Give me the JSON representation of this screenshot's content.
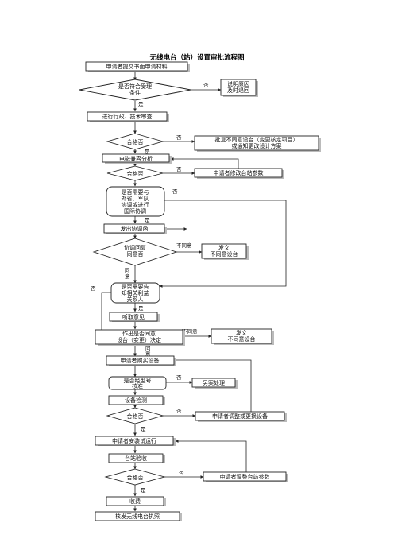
{
  "title": "无线电台（站）设置审批流程图",
  "nodes": {
    "n1": "申请者提交书面申请材料",
    "n2a": "是否符合受理",
    "n2b": "条件",
    "r1a": "说明原因",
    "r1b": "及时退回",
    "n3": "进行行政、技术审查",
    "n4": "合格否",
    "r2a": "批复不同意设台（变更核定项目）",
    "r2b": "或通知更改设计方案",
    "n5": "电磁兼容分析",
    "n6": "合格否",
    "r3": "申请者修改台站参数",
    "n7a": "是否需要与",
    "n7b": "外省、军队",
    "n7c": "协调或进行",
    "n7d": "国际协调",
    "n8": "发出协调函",
    "n9a": "协调回复",
    "n9b": "同意否",
    "r4a": "发文",
    "r4b": "不同意设台",
    "n10a": "是否需要告",
    "n10b": "知相关利益",
    "n10c": "关系人",
    "n11": "听取意见",
    "n12a": "作出是否同意",
    "n12b": "设台（变更）决定",
    "r5a": "发文",
    "r5b": "不同意设台",
    "n13": "申请者购买设备",
    "n14a": "是否经型号",
    "n14b": "核准",
    "r6": "另案处理",
    "n15": "设备检测",
    "n16": "合格否",
    "r7": "申请者调整或更换设备",
    "n17": "申请者安装试运行",
    "n18": "台站验收",
    "n19": "合格否",
    "r8": "申请者调整台站参数",
    "n20": "收费",
    "n21": "核发无线电台执照"
  },
  "labels": {
    "yes": "是",
    "no": "否",
    "disagree": "不同意",
    "agree_a": "同",
    "agree_b": "意"
  }
}
